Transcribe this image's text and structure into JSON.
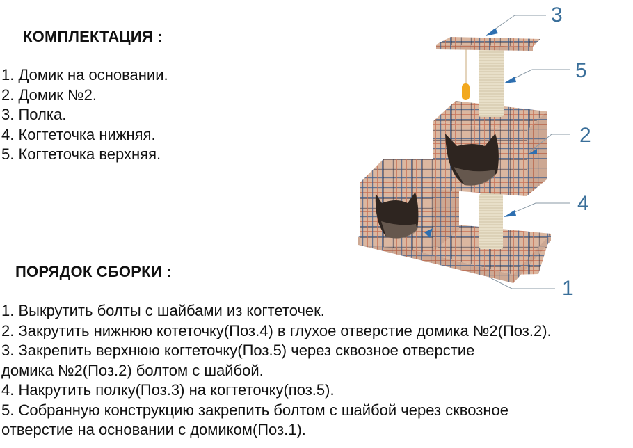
{
  "components": {
    "heading": "КОМПЛЕКТАЦИЯ :",
    "items": [
      "1. Домик на основании.",
      "2. Домик №2.",
      "3. Полка.",
      "4. Когтеточка нижняя.",
      "5. Когтеточка верхняя."
    ]
  },
  "assembly": {
    "heading": "ПОРЯДОК СБОРКИ :",
    "lines": [
      "1. Выкрутить болты с шайбами из когтеточек.",
      "2. Закрутить нижнюю котеточку(Поз.4) в глухое отверстие домика №2(Поз.2).",
      "3. Закрепить верхнюю когтеточку(Поз.5) через сквозное отверстие",
      "домика №2(Поз.2) болтом с шайбой.",
      "4. Накрутить полку(Поз.3) на когтеточку(поз.5).",
      "5. Собранную конструкцию закрепить болтом с шайбой через сквозное",
      "отверстие на основании с домиком(Поз.1)."
    ]
  },
  "figure": {
    "description": "cat-scratching-house-illustration",
    "callouts": [
      {
        "label": "3",
        "part": "shelf"
      },
      {
        "label": "5",
        "part": "upper-scratching-post"
      },
      {
        "label": "2",
        "part": "house-2"
      },
      {
        "label": "4",
        "part": "lower-scratching-post"
      },
      {
        "label": "1",
        "part": "house-on-base"
      }
    ],
    "colors": {
      "plaid_base": "#d9b49a",
      "plaid_red": "#c8745a",
      "plaid_blue": "#3e5d8a",
      "sisal": "#e6dcc4",
      "toy": "#f2a81e",
      "opening": "#2e2520",
      "callout": "#3a6f9a",
      "leader_line": "#8a9aa6"
    }
  }
}
